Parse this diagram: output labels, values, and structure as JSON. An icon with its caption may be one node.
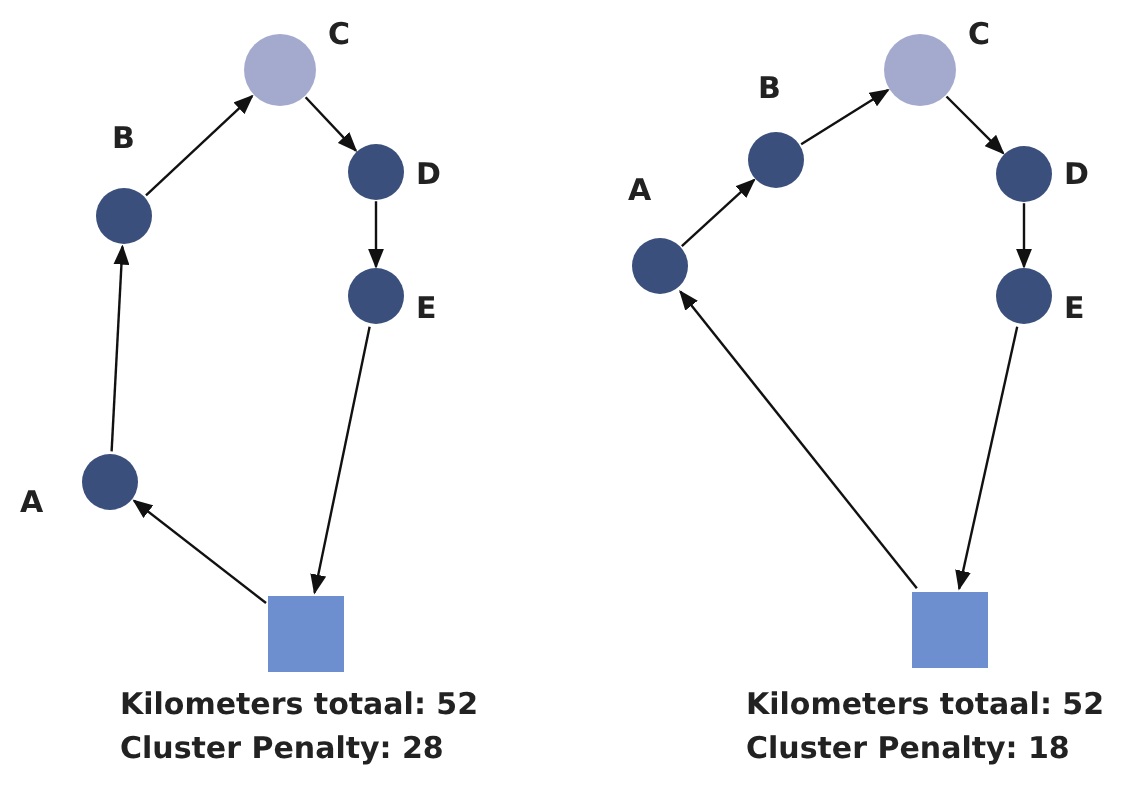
{
  "diagram": {
    "nodes": [
      {
        "text": [
          "A"
        ]
      },
      {
        "text": [
          "B"
        ]
      },
      {
        "text": [
          "C"
        ]
      },
      {
        "text": [
          "D"
        ]
      },
      {
        "text": [
          "E"
        ]
      },
      {
        "text": [],
        "shape": "box"
      },
      {
        "text": [
          "A"
        ]
      },
      {
        "text": [
          "B"
        ]
      },
      {
        "text": [
          "C"
        ]
      },
      {
        "text": [
          "D"
        ]
      },
      {
        "text": [
          "E"
        ]
      },
      {
        "text": [],
        "shape": "box"
      }
    ],
    "edges": [
      {
        "from": 5,
        "to": 0,
        "arrow": "to"
      },
      {
        "from": 0,
        "to": 1,
        "arrow": "to"
      },
      {
        "from": 1,
        "to": 2,
        "arrow": "to"
      },
      {
        "from": 2,
        "to": 3,
        "arrow": "to"
      },
      {
        "from": 3,
        "to": 4,
        "arrow": "to"
      },
      {
        "from": 4,
        "to": 5,
        "arrow": "to"
      },
      {
        "from": 11,
        "to": 6,
        "arrow": "to"
      },
      {
        "from": 6,
        "to": 7,
        "arrow": "to"
      },
      {
        "from": 7,
        "to": 8,
        "arrow": "to"
      },
      {
        "from": 8,
        "to": 9,
        "arrow": "to"
      },
      {
        "from": 9,
        "to": 10,
        "arrow": "to"
      },
      {
        "from": 10,
        "to": 11,
        "arrow": "to"
      }
    ],
    "labels": [
      "Kilometers totaal: 52",
      "Cluster Penalty: 28",
      "Kilometers totaal: 52",
      "Cluster Penalty: 18"
    ]
  }
}
